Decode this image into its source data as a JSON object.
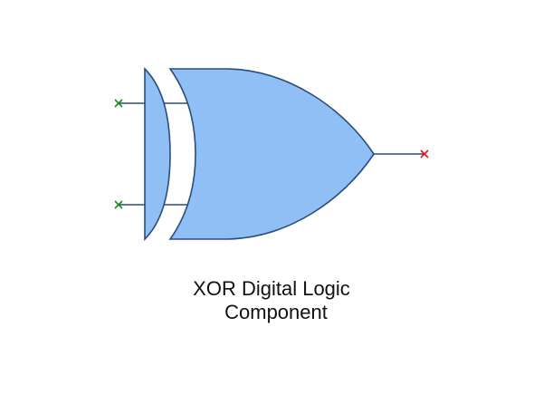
{
  "diagram": {
    "caption_line_1": "XOR Digital Logic",
    "caption_line_2": "Component",
    "colors": {
      "gate_fill": "#90bff5",
      "gate_stroke": "#2a4d7a",
      "wire": "#2a4d7a",
      "input_marker": "#1a8a1a",
      "output_marker": "#e01818"
    },
    "ports": {
      "inputs": [
        "input-a",
        "input-b"
      ],
      "outputs": [
        "output"
      ]
    }
  }
}
